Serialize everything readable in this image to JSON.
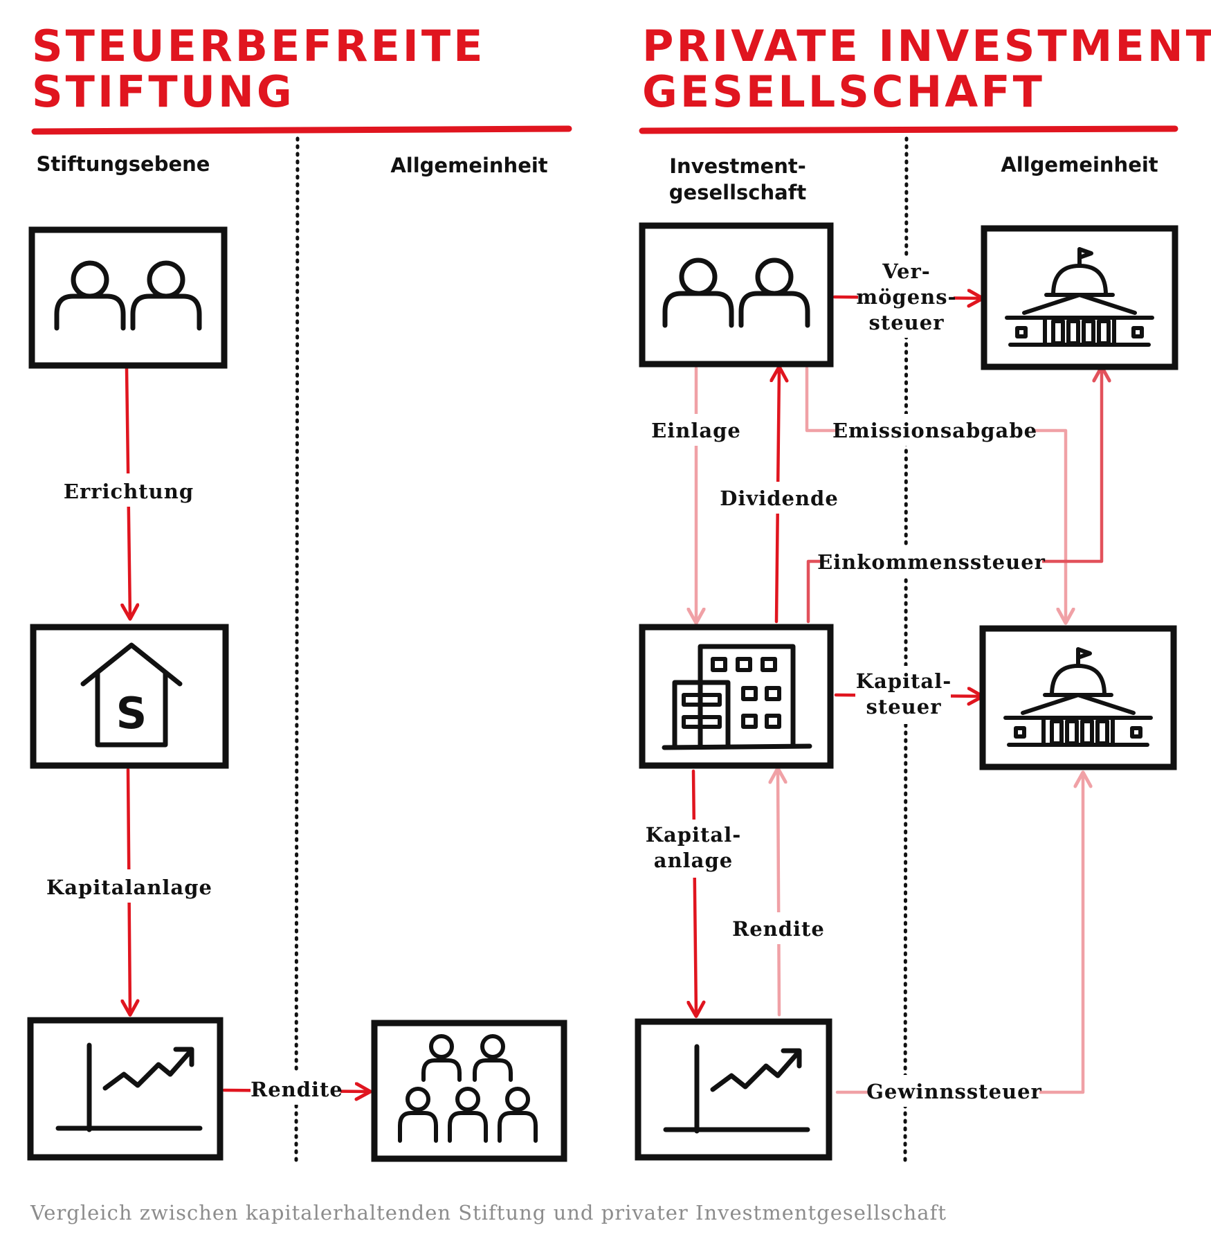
{
  "colors": {
    "accent_red": "#e0151f",
    "mid_red": "#e2515b",
    "light_red": "#f0a1a6",
    "ink": "#111111",
    "caption_gray": "#8c8c8c"
  },
  "left_section": {
    "title_line1": "STEUERBEFREITE",
    "title_line2": "STIFTUNG",
    "col1": "Stiftungsebene",
    "col2": "Allgemeinheit"
  },
  "right_section": {
    "title_line1": "PRIVATE INVESTMENT-",
    "title_line2": "GESELLSCHAFT",
    "col1_line1": "Investment-",
    "col1_line2": "gesellschaft",
    "col2": "Allgemeinheit"
  },
  "flows_left": {
    "errichtung": "Errichtung",
    "kapitalanlage": "Kapitalanlage",
    "rendite": "Rendite"
  },
  "flows_right": {
    "vermoegen_1": "Ver-",
    "vermoegen_2": "mögens-",
    "vermoegen_3": "steuer",
    "einlage": "Einlage",
    "emission": "Emissionsabgabe",
    "dividende": "Dividende",
    "einkommen": "Einkommenssteuer",
    "kapitalsteuer_1": "Kapital-",
    "kapitalsteuer_2": "steuer",
    "kapitalanlage_1": "Kapital-",
    "kapitalanlage_2": "anlage",
    "rendite": "Rendite",
    "gewinn": "Gewinnssteuer"
  },
  "icons": {
    "founders": "people-pair-icon",
    "foundation": "foundation-house-icon",
    "investment": "chart-growth-icon",
    "public": "crowd-icon",
    "company": "office-building-icon",
    "state": "government-building-icon"
  },
  "caption": "Vergleich zwischen kapitalerhaltenden Stiftung und privater Investmentgesellschaft"
}
